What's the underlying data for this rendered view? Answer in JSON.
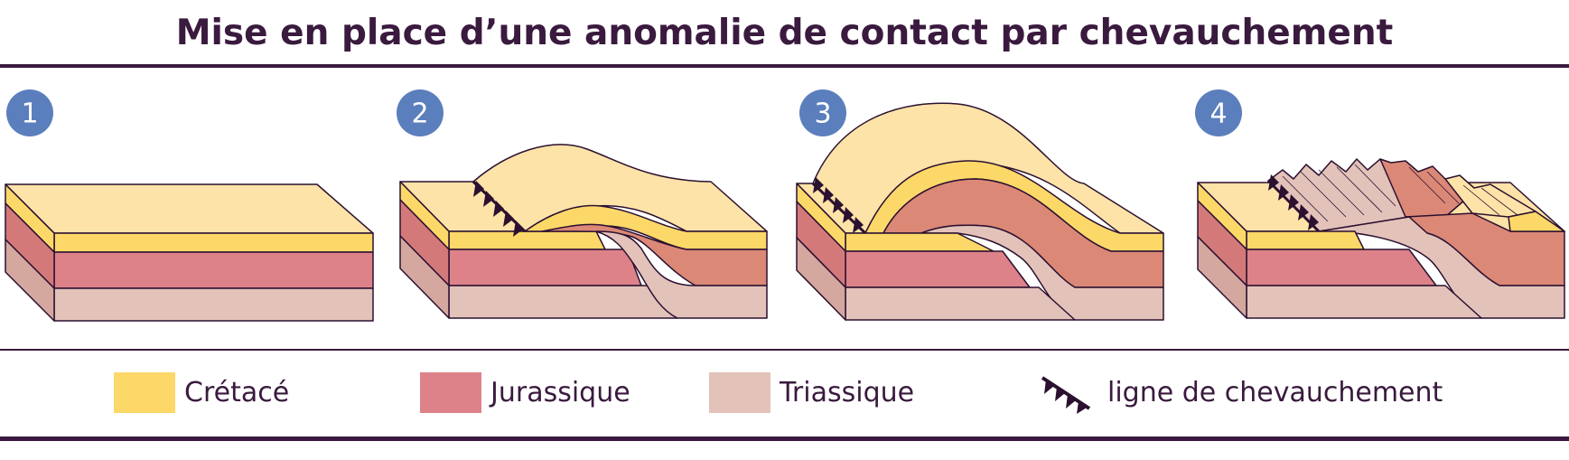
{
  "title": "Mise en place d’une anomalie de contact par chevauchement",
  "steps": [
    "1",
    "2",
    "3",
    "4"
  ],
  "colors": {
    "cretace": "#fcd869",
    "cretace_light": "#fde3a8",
    "jurassique": "#dd8289",
    "jurassique_dark": "#d4797a",
    "jurassique_fold": "#db8877",
    "triassique": "#e3c2ba",
    "triassique_dark": "#d4a89e",
    "outline": "#2b1030",
    "badge": "#5b7fbd"
  },
  "legend": {
    "cretace": "Crétacé",
    "jurassique": "Jurassique",
    "triassique": "Triassique",
    "thrust": "ligne de chevauchement"
  }
}
